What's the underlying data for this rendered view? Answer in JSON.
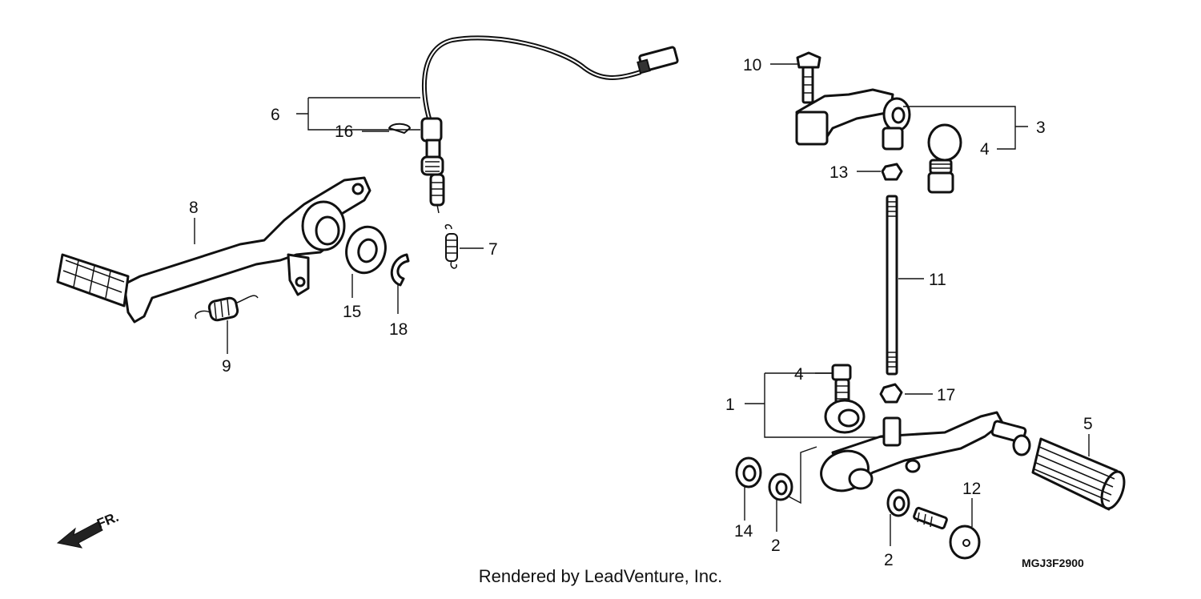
{
  "callouts": [
    "1",
    "2",
    "3",
    "4",
    "5",
    "6",
    "7",
    "8",
    "9",
    "10",
    "11",
    "12",
    "13",
    "14",
    "15",
    "16",
    "17",
    "18"
  ],
  "part_code": "MGJ3F2900",
  "credit": "Rendered by LeadVenture, Inc.",
  "front_marker": "FR."
}
